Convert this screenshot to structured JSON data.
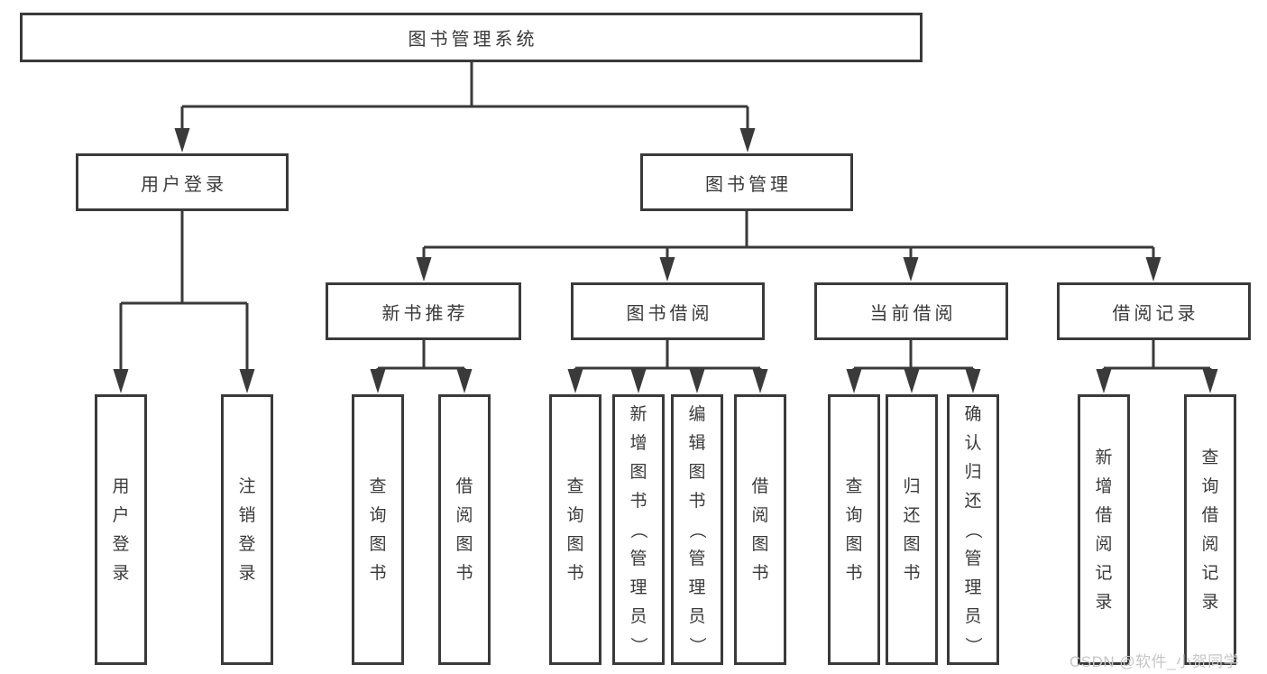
{
  "diagram_title": "图书管理系统",
  "nodes": {
    "root": "图书管理系统",
    "user_login": "用户登录",
    "book_mgmt": "图书管理",
    "new_book": "新书推荐",
    "book_borrow": "图书借阅",
    "current_borrow": "当前借阅",
    "borrow_record": "借阅记录",
    "leaves": [
      "用户登录",
      "注销登录",
      "查询图书",
      "借阅图书",
      "查询图书",
      "新增图书（管理员）",
      "编辑图书（管理员）",
      "借阅图书",
      "查询图书",
      "归还图书",
      "确认归还（管理员）",
      "新增借阅记录",
      "查询借阅记录"
    ]
  },
  "tree": {
    "root": "图书管理系统",
    "branches": [
      {
        "label": "用户登录",
        "children": [
          "用户登录",
          "注销登录"
        ]
      },
      {
        "label": "图书管理",
        "children": [
          {
            "label": "新书推荐",
            "children": [
              "查询图书",
              "借阅图书"
            ]
          },
          {
            "label": "图书借阅",
            "children": [
              "查询图书",
              "新增图书（管理员）",
              "编辑图书（管理员）",
              "借阅图书"
            ]
          },
          {
            "label": "当前借阅",
            "children": [
              "查询图书",
              "归还图书",
              "确认归还（管理员）"
            ]
          },
          {
            "label": "借阅记录",
            "children": [
              "新增借阅记录",
              "查询借阅记录"
            ]
          }
        ]
      }
    ]
  },
  "watermark": "CSDN @软件_小贺同学",
  "colors": {
    "line": "#3a3a3a",
    "text": "#3a3a3a",
    "box_background": "#ffffff",
    "watermark": "#c6c6c6",
    "background": "#ffffff"
  }
}
